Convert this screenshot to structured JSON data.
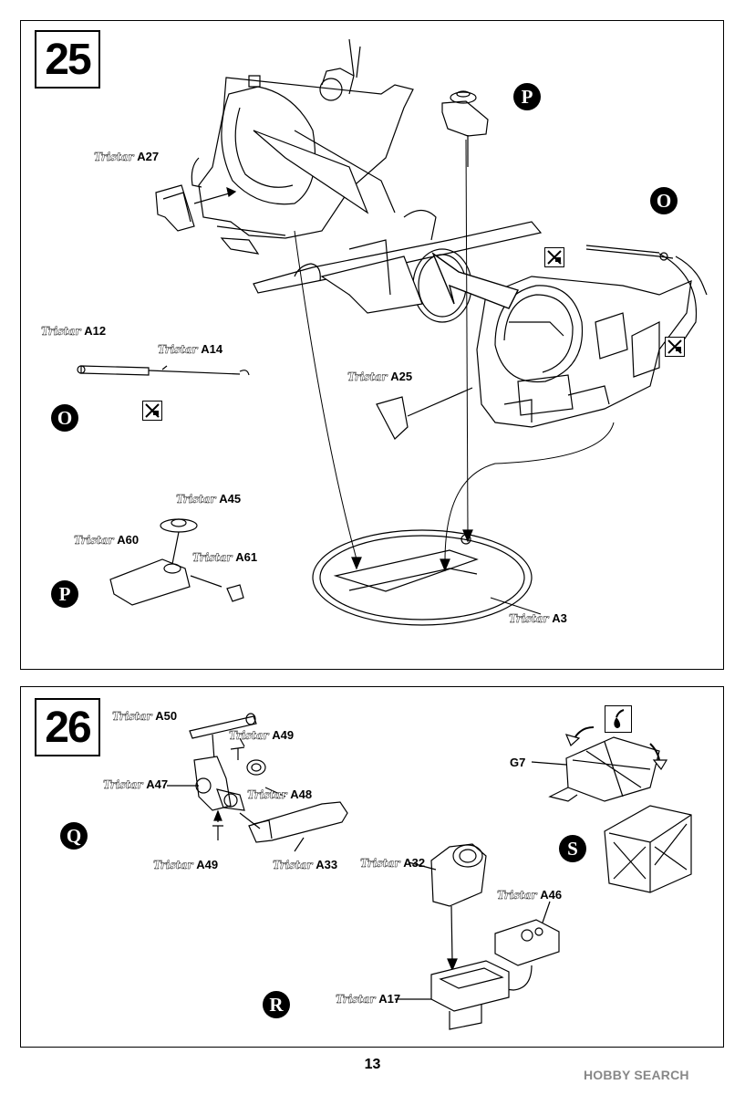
{
  "steps": {
    "s25": {
      "number": "25",
      "labels": [
        {
          "brand": "Tristar",
          "part": "A27"
        },
        {
          "brand": "Tristar",
          "part": "A12"
        },
        {
          "brand": "Tristar",
          "part": "A14"
        },
        {
          "brand": "Tristar",
          "part": "A25"
        },
        {
          "brand": "Tristar",
          "part": "A45"
        },
        {
          "brand": "Tristar",
          "part": "A60"
        },
        {
          "brand": "Tristar",
          "part": "A61"
        },
        {
          "brand": "Tristar",
          "part": "A3"
        }
      ],
      "markers": [
        "P",
        "O",
        "O",
        "P"
      ]
    },
    "s26": {
      "number": "26",
      "labels": [
        {
          "brand": "Tristar",
          "part": "A50"
        },
        {
          "brand": "Tristar",
          "part": "A49"
        },
        {
          "brand": "Tristar",
          "part": "A47"
        },
        {
          "brand": "Tristar",
          "part": "A48"
        },
        {
          "brand": "Tristar",
          "part": "A49"
        },
        {
          "brand": "Tristar",
          "part": "A33"
        },
        {
          "brand": "Tristar",
          "part": "A32"
        },
        {
          "brand": "Tristar",
          "part": "A46"
        },
        {
          "brand": "Tristar",
          "part": "A17"
        }
      ],
      "g7": "G7",
      "markers": [
        "Q",
        "S",
        "R"
      ]
    }
  },
  "page_number": "13",
  "watermark": "HOBBY SEARCH",
  "icons": [
    "do-not-use-icon",
    "glue-icon",
    "rotate-arrow-icon"
  ]
}
